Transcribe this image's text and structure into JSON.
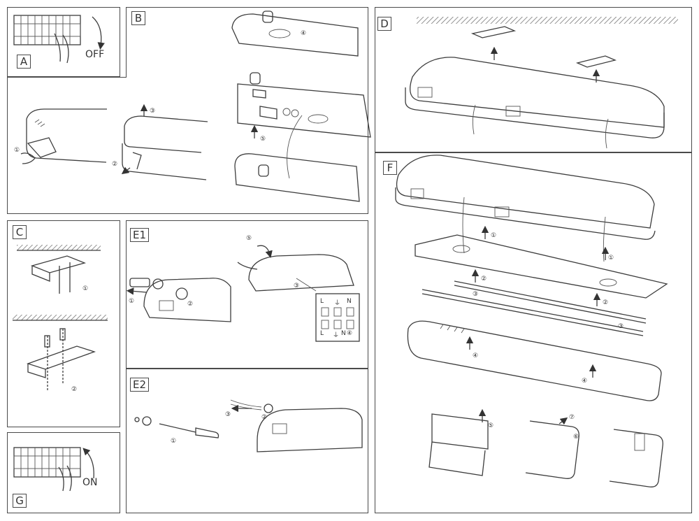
{
  "panels": {
    "A": {
      "label": "A",
      "action": "OFF"
    },
    "B": {
      "label": "B"
    },
    "C": {
      "label": "C"
    },
    "D": {
      "label": "D"
    },
    "E1": {
      "label": "E1"
    },
    "E2": {
      "label": "E2"
    },
    "F": {
      "label": "F"
    },
    "G": {
      "label": "G",
      "action": "ON"
    }
  },
  "terminal_block": {
    "top": [
      "L",
      "⏚",
      "N"
    ],
    "bottom": [
      "L",
      "⏚",
      "N"
    ]
  },
  "steps": {
    "n1": "①",
    "n2": "②",
    "n3": "③",
    "n4": "④",
    "n5": "⑤",
    "n6": "⑥",
    "n7": "⑦"
  },
  "colors": {
    "line": "#3d3d3d",
    "hatch": "#777777",
    "background": "#ffffff"
  }
}
